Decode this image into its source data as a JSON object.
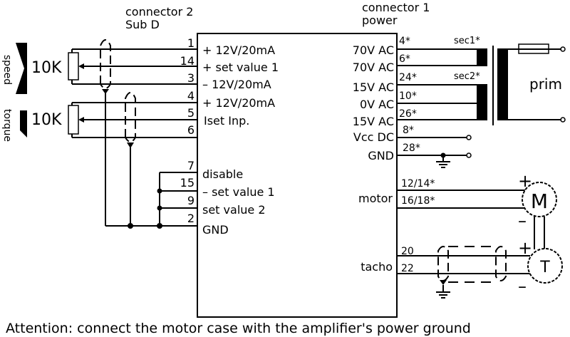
{
  "headers": {
    "connector2_title": "connector 2",
    "connector2_sub": "Sub D",
    "connector1_title": "connector 1",
    "connector1_sub": "power"
  },
  "potentiometers": [
    {
      "label": "speed",
      "value": "10K"
    },
    {
      "label": "torque",
      "value": "10K"
    }
  ],
  "connector2_pins": [
    {
      "pin": "1",
      "function": "+ 12V/20mA"
    },
    {
      "pin": "14",
      "function": "+ set value 1"
    },
    {
      "pin": "3",
      "function": "– 12V/20mA"
    },
    {
      "pin": "4",
      "function": "+ 12V/20mA"
    },
    {
      "pin": "5",
      "function": "Iset Inp."
    },
    {
      "pin": "6",
      "function": ""
    },
    {
      "pin": "7",
      "function": "disable"
    },
    {
      "pin": "15",
      "function": "– set value 1"
    },
    {
      "pin": "9",
      "function": "set value 2"
    },
    {
      "pin": "2",
      "function": "GND"
    }
  ],
  "connector1_pins": [
    {
      "pin": "4*",
      "function": "70V AC"
    },
    {
      "pin": "6*",
      "function": "70V AC"
    },
    {
      "pin": "24*",
      "function": "15V AC"
    },
    {
      "pin": "10*",
      "function": "0V AC"
    },
    {
      "pin": "26*",
      "function": "15V AC"
    },
    {
      "pin": "8*",
      "function": "Vcc DC"
    },
    {
      "pin": "28*",
      "function": "GND"
    }
  ],
  "motor": {
    "label": "motor",
    "pins": [
      "12/14*",
      "16/18*"
    ],
    "symbol": "M",
    "plus": "+",
    "minus": "–"
  },
  "tacho": {
    "label": "tacho",
    "pins": [
      "20",
      "22"
    ],
    "symbol": "T",
    "plus": "+",
    "minus": "–"
  },
  "transformer": {
    "secondary1": "sec1*",
    "secondary2": "sec2*",
    "primary": "prim"
  },
  "footer_note": "Attention: connect the motor case with the amplifier's power ground"
}
